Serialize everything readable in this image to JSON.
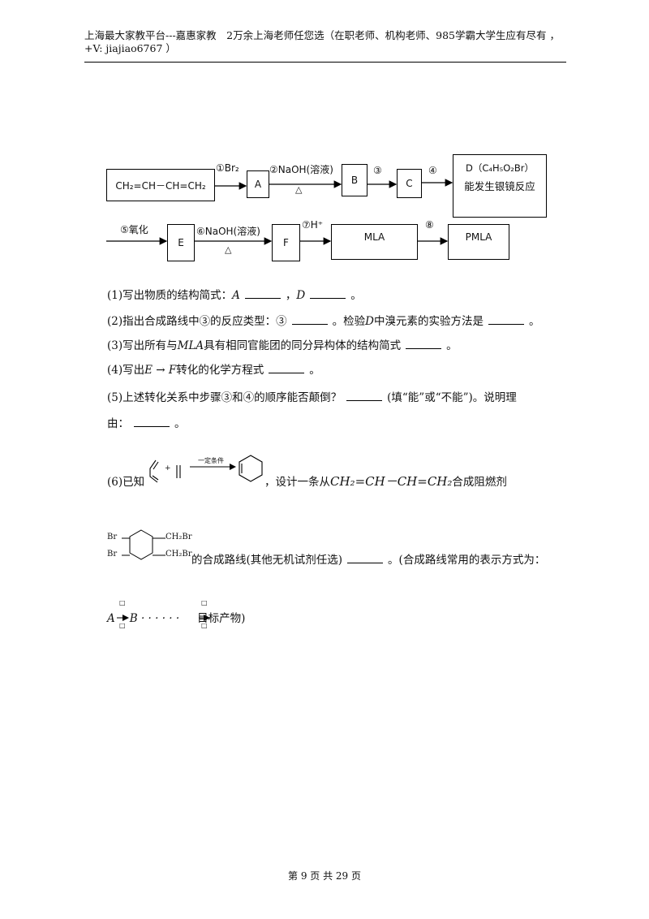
{
  "header": {
    "line1": "上海最大家教平台---嘉惠家教　2万余上海老师任您选（在职老师、机构老师、985学霸大学生应有尽有 ，",
    "line2": "+V: jiajiao6767 ）"
  },
  "scheme": {
    "start": "CH₂=CH－CH=CH₂",
    "step1": "①Br₂",
    "box_a": "A",
    "step2": "②NaOH(溶液)",
    "step2_cond": "△",
    "box_b": "B",
    "step3": "③",
    "box_c": "C",
    "step4": "④",
    "box_d_line1": "D（C₄H₅O₂Br）",
    "box_d_line2": "能发生银镜反应",
    "step5": "⑤氧化",
    "box_e": "E",
    "step6": "⑥NaOH(溶液)",
    "step6_cond": "△",
    "box_f": "F",
    "step7": "⑦H⁺",
    "box_mla": "MLA",
    "step8": "⑧",
    "box_pmla": "PMLA"
  },
  "questions": {
    "q1a": "(1)写出物质的结构简式：",
    "q1_var_a": "A",
    "q1_sep": "，",
    "q1_var_d": "D",
    "q1_end": "。",
    "q2a": "(2)指出合成路线中③的反应类型：③",
    "q2b": "。检验",
    "q2_var": "D",
    "q2c": "中溴元素的实验方法是",
    "q2_end": "。",
    "q3a": "(3)写出所有与",
    "q3_var": "MLA",
    "q3b": "具有相同官能团的同分异构体的结构简式",
    "q3_end": "。",
    "q4a": "(4)写出",
    "q4_var": "E → F",
    "q4b": "转化的化学方程式",
    "q4_end": "。",
    "q5a": "(5)上述转化关系中步骤③和④的顺序能否颠倒？",
    "q5b": "(填“能”或“不能”)。说明理",
    "q5c": "由：",
    "q5_end": "。",
    "q6a": "(6)已知",
    "q6_plus": "+",
    "q6_cond": "一定条件",
    "q6b": "，设计一条从",
    "q6_formula": "CH₂=CH－CH=CH₂",
    "q6c": "合成阻燃剂",
    "q6_br1": "Br",
    "q6_br2": "Br",
    "q6_ch2br1": "CH₂Br",
    "q6_ch2br2": "CH₂Br",
    "q6d": "的合成路线(其他无机试剂任选)",
    "q6_end": "。(合成路线常用的表示方式为：",
    "route_a": "A",
    "route_b": "B · · · · · ·",
    "route_mark": "□",
    "route_end": "目标产物)"
  },
  "footer": {
    "page": "第 9 页 共 29 页"
  }
}
